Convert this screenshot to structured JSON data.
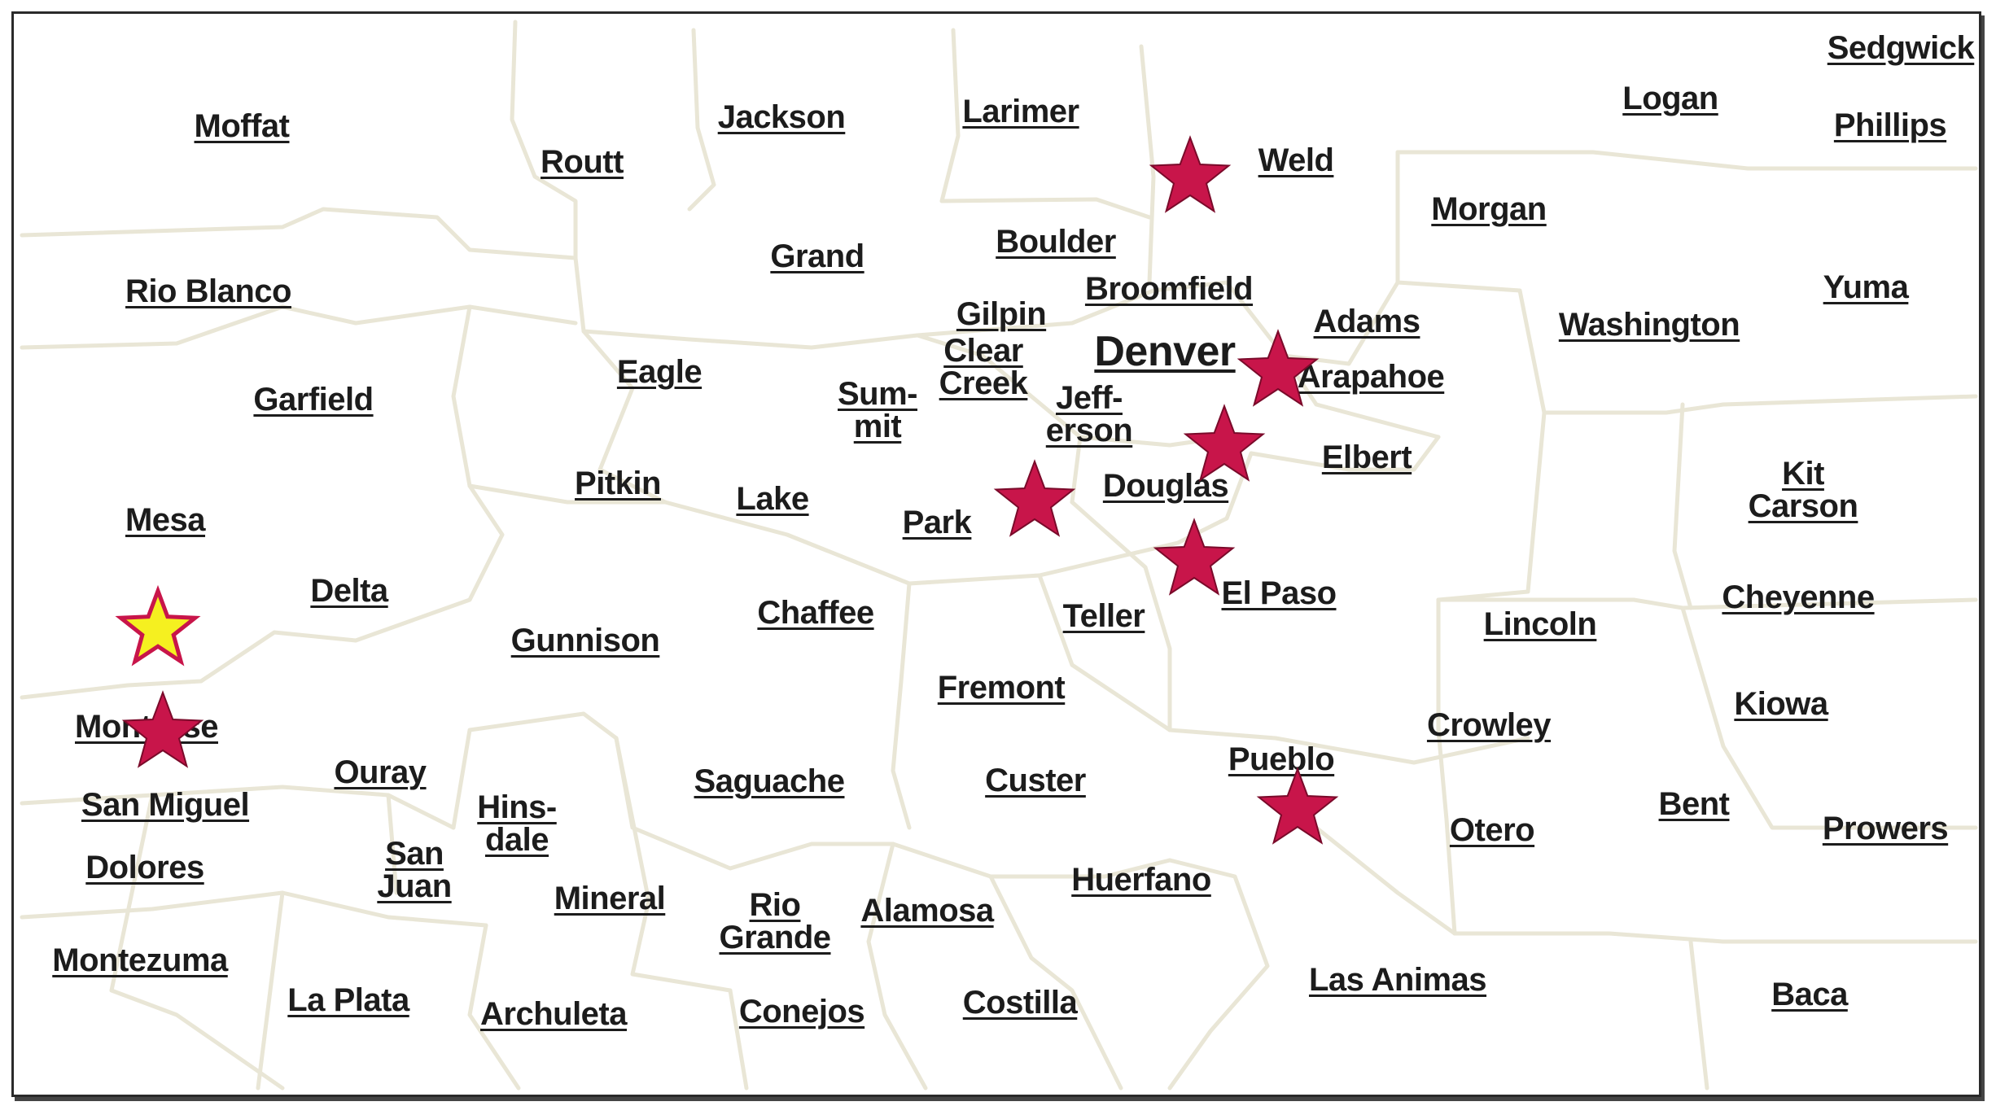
{
  "map": {
    "counties": [
      {
        "id": "sedgwick",
        "lines": [
          "Sedgwick"
        ]
      },
      {
        "id": "logan",
        "lines": [
          "Logan"
        ]
      },
      {
        "id": "phillips",
        "lines": [
          "Phillips"
        ]
      },
      {
        "id": "moffat",
        "lines": [
          "Moffat"
        ]
      },
      {
        "id": "jackson",
        "lines": [
          "Jackson"
        ]
      },
      {
        "id": "larimer",
        "lines": [
          "Larimer"
        ]
      },
      {
        "id": "routt",
        "lines": [
          "Routt"
        ]
      },
      {
        "id": "weld",
        "lines": [
          "Weld"
        ]
      },
      {
        "id": "morgan",
        "lines": [
          "Morgan"
        ]
      },
      {
        "id": "grand",
        "lines": [
          "Grand"
        ]
      },
      {
        "id": "boulder",
        "lines": [
          "Boulder"
        ]
      },
      {
        "id": "broomfield",
        "lines": [
          "Broomfield"
        ]
      },
      {
        "id": "rio-blanco",
        "lines": [
          "Rio Blanco"
        ]
      },
      {
        "id": "yuma",
        "lines": [
          "Yuma"
        ]
      },
      {
        "id": "gilpin",
        "lines": [
          "Gilpin"
        ]
      },
      {
        "id": "adams",
        "lines": [
          "Adams"
        ]
      },
      {
        "id": "washington",
        "lines": [
          "Washington"
        ]
      },
      {
        "id": "clear-creek",
        "lines": [
          "Clear",
          "Creek"
        ]
      },
      {
        "id": "denver",
        "lines": [
          "Denver"
        ],
        "big": true
      },
      {
        "id": "eagle",
        "lines": [
          "Eagle"
        ]
      },
      {
        "id": "arapahoe",
        "lines": [
          "Arapahoe"
        ]
      },
      {
        "id": "garfield",
        "lines": [
          "Garfield"
        ]
      },
      {
        "id": "summit",
        "lines": [
          "Sum-",
          "mit"
        ]
      },
      {
        "id": "jefferson",
        "lines": [
          "Jeff-",
          "erson"
        ]
      },
      {
        "id": "elbert",
        "lines": [
          "Elbert"
        ]
      },
      {
        "id": "kit-carson",
        "lines": [
          "Kit",
          "Carson"
        ]
      },
      {
        "id": "pitkin",
        "lines": [
          "Pitkin"
        ]
      },
      {
        "id": "douglas",
        "lines": [
          "Douglas"
        ]
      },
      {
        "id": "lake",
        "lines": [
          "Lake"
        ]
      },
      {
        "id": "mesa",
        "lines": [
          "Mesa"
        ]
      },
      {
        "id": "park",
        "lines": [
          "Park"
        ]
      },
      {
        "id": "delta",
        "lines": [
          "Delta"
        ]
      },
      {
        "id": "el-paso",
        "lines": [
          "El Paso"
        ]
      },
      {
        "id": "cheyenne",
        "lines": [
          "Cheyenne"
        ]
      },
      {
        "id": "chaffee",
        "lines": [
          "Chaffee"
        ]
      },
      {
        "id": "teller",
        "lines": [
          "Teller"
        ]
      },
      {
        "id": "lincoln",
        "lines": [
          "Lincoln"
        ]
      },
      {
        "id": "gunnison",
        "lines": [
          "Gunnison"
        ]
      },
      {
        "id": "fremont",
        "lines": [
          "Fremont"
        ]
      },
      {
        "id": "kiowa",
        "lines": [
          "Kiowa"
        ]
      },
      {
        "id": "montrose",
        "lines": [
          "Montrose"
        ]
      },
      {
        "id": "crowley",
        "lines": [
          "Crowley"
        ]
      },
      {
        "id": "pueblo",
        "lines": [
          "Pueblo"
        ]
      },
      {
        "id": "ouray",
        "lines": [
          "Ouray"
        ]
      },
      {
        "id": "saguache",
        "lines": [
          "Saguache"
        ]
      },
      {
        "id": "custer",
        "lines": [
          "Custer"
        ]
      },
      {
        "id": "bent",
        "lines": [
          "Bent"
        ]
      },
      {
        "id": "san-miguel",
        "lines": [
          "San Miguel"
        ]
      },
      {
        "id": "hinsdale",
        "lines": [
          "Hins-",
          "dale"
        ]
      },
      {
        "id": "otero",
        "lines": [
          "Otero"
        ]
      },
      {
        "id": "prowers",
        "lines": [
          "Prowers"
        ]
      },
      {
        "id": "san-juan",
        "lines": [
          "San",
          "Juan"
        ]
      },
      {
        "id": "dolores",
        "lines": [
          "Dolores"
        ]
      },
      {
        "id": "huerfano",
        "lines": [
          "Huerfano"
        ]
      },
      {
        "id": "mineral",
        "lines": [
          "Mineral"
        ]
      },
      {
        "id": "rio-grande",
        "lines": [
          "Rio",
          "Grande"
        ]
      },
      {
        "id": "alamosa",
        "lines": [
          "Alamosa"
        ]
      },
      {
        "id": "montezuma",
        "lines": [
          "Montezuma"
        ]
      },
      {
        "id": "la-plata",
        "lines": [
          "La Plata"
        ]
      },
      {
        "id": "las-animas",
        "lines": [
          "Las Animas"
        ]
      },
      {
        "id": "baca",
        "lines": [
          "Baca"
        ]
      },
      {
        "id": "archuleta",
        "lines": [
          "Archuleta"
        ]
      },
      {
        "id": "conejos",
        "lines": [
          "Conejos"
        ]
      },
      {
        "id": "costilla",
        "lines": [
          "Costilla"
        ]
      }
    ],
    "markers": [
      {
        "type": "red-star",
        "near": "weld"
      },
      {
        "type": "red-star",
        "near": "denver"
      },
      {
        "type": "red-star",
        "near": "jefferson"
      },
      {
        "type": "red-star",
        "near": "park"
      },
      {
        "type": "red-star",
        "near": "el-paso"
      },
      {
        "type": "red-star",
        "near": "pueblo"
      },
      {
        "type": "red-star",
        "near": "montrose"
      },
      {
        "type": "yellow-star",
        "near": "mesa"
      }
    ],
    "colors": {
      "label_text": "#1c1c1c",
      "red_star_fill": "#c8154a",
      "red_star_stroke": "#7a0a2a",
      "yellow_star_fill": "#f5f020",
      "yellow_star_stroke": "#c8154a",
      "boundary": "#e9e6d6",
      "frame": "#2a2a2a"
    }
  }
}
